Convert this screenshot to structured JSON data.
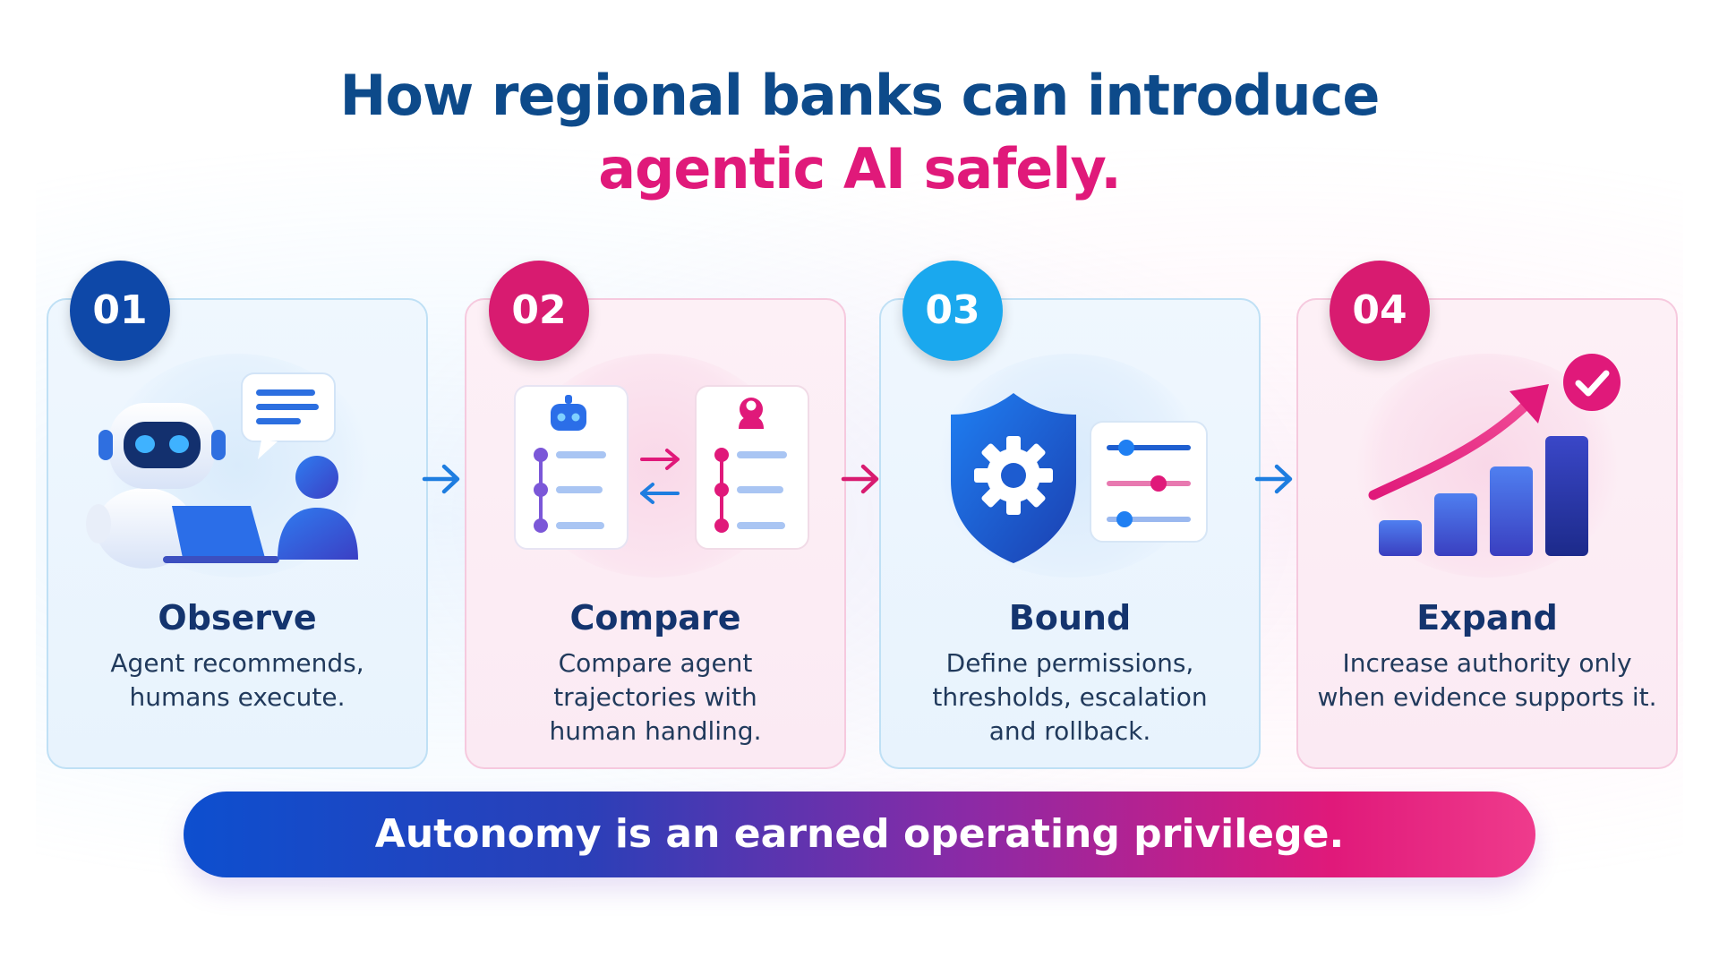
{
  "title": {
    "line1": "How regional banks can introduce",
    "line2": "agentic AI safely."
  },
  "colors": {
    "navy": "#0d4a8a",
    "magenta": "#e0197a",
    "blue": "#1a73e8",
    "cyan": "#1ab0f0"
  },
  "steps": [
    {
      "number": "01",
      "title": "Observe",
      "description": [
        "Agent recommends,",
        "humans execute."
      ],
      "icon": "robot-and-human-icon"
    },
    {
      "number": "02",
      "title": "Compare",
      "description": [
        "Compare agent",
        "trajectories with",
        "human handling."
      ],
      "icon": "compare-lists-icon"
    },
    {
      "number": "03",
      "title": "Bound",
      "description": [
        "Define permissions,",
        "thresholds, escalation",
        "and rollback."
      ],
      "icon": "shield-gear-sliders-icon"
    },
    {
      "number": "04",
      "title": "Expand",
      "description": [
        "Increase authority only",
        "when evidence supports it."
      ],
      "icon": "growth-chart-check-icon"
    }
  ],
  "banner": {
    "text": "Autonomy is an earned operating privilege."
  }
}
